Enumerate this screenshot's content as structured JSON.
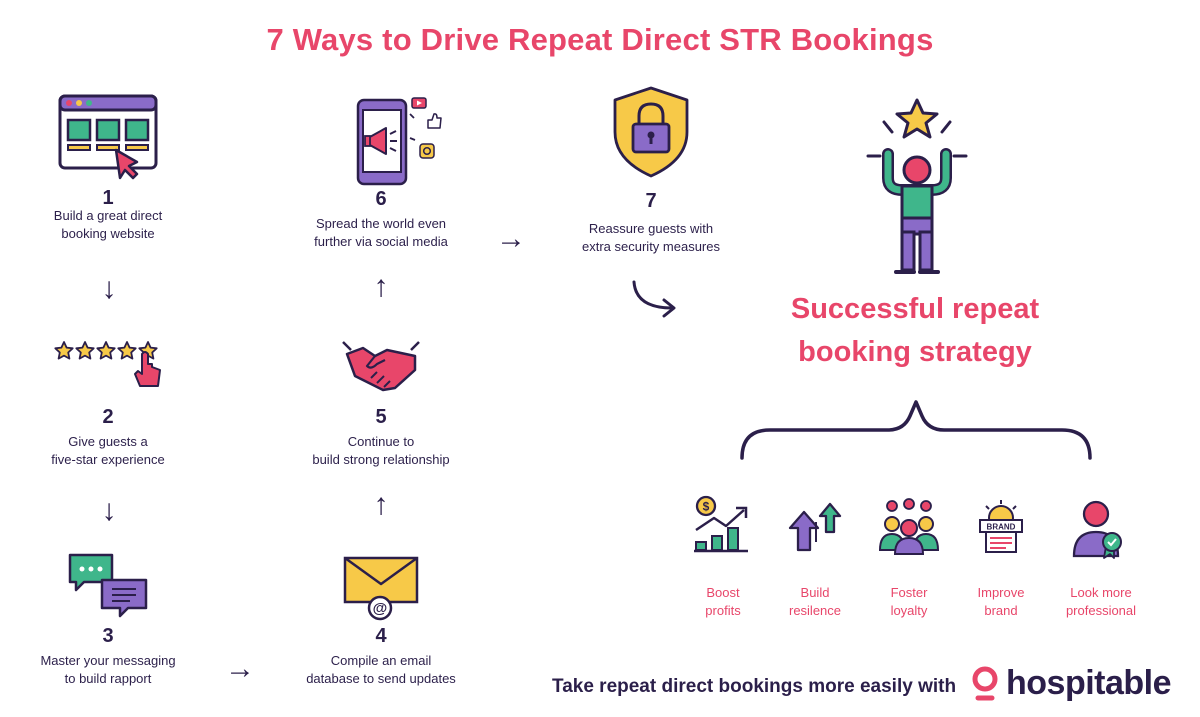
{
  "title": "7 Ways to Drive Repeat Direct STR Bookings",
  "steps": [
    {
      "number": "1",
      "line1": "Build a great direct",
      "line2": "booking website",
      "icon": "website-icon"
    },
    {
      "number": "2",
      "line1": "Give guests a",
      "line2": "five-star experience",
      "icon": "five-star-rating-icon"
    },
    {
      "number": "3",
      "line1": "Master your messaging",
      "line2": "to build rapport",
      "icon": "chat-bubbles-icon"
    },
    {
      "number": "4",
      "line1": "Compile an email",
      "line2": "database to send updates",
      "icon": "email-envelope-icon"
    },
    {
      "number": "5",
      "line1": "Continue to",
      "line2": "build strong relationship",
      "icon": "handshake-icon"
    },
    {
      "number": "6",
      "line1": "Spread the world even",
      "line2": "further via social media",
      "icon": "phone-megaphone-icon"
    },
    {
      "number": "7",
      "line1": "Reassure guests with",
      "line2": "extra security measures",
      "icon": "shield-lock-icon"
    }
  ],
  "goal": {
    "line1": "Successful repeat",
    "line2": "booking strategy"
  },
  "benefits": [
    {
      "line1": "Boost",
      "line2": "profits",
      "icon": "profit-growth-icon"
    },
    {
      "line1": "Build",
      "line2": "resilence",
      "icon": "upward-arrows-icon"
    },
    {
      "line1": "Foster",
      "line2": "loyalty",
      "icon": "loyal-customers-icon"
    },
    {
      "line1": "Improve",
      "line2": "brand",
      "icon": "brand-badge-icon"
    },
    {
      "line1": "Look more",
      "line2": "professional",
      "icon": "professional-award-icon"
    }
  ],
  "footer": {
    "text": "Take repeat direct bookings more easily with",
    "brand": "hospitable"
  },
  "colors": {
    "accent": "#e8466a",
    "dark": "#2b1f4a",
    "purple": "#8a6bc8",
    "yellow": "#f7c948",
    "green": "#3fb68b"
  }
}
